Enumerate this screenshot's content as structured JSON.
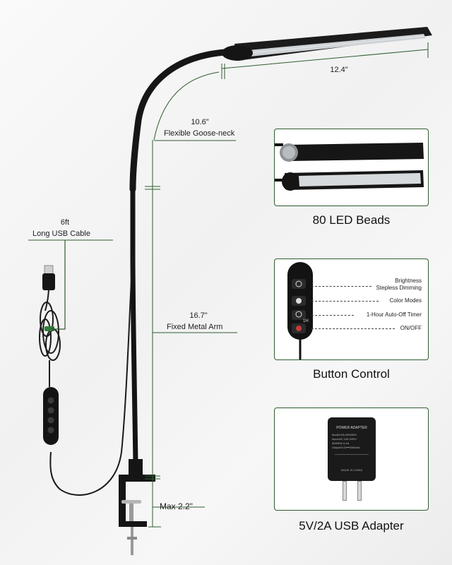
{
  "dimensions": {
    "head_length": "12.4\"",
    "gooseneck": {
      "value": "10.6\"",
      "label": "Flexible Goose-neck"
    },
    "cable": {
      "value": "6ft",
      "label": "Long USB Cable"
    },
    "arm": {
      "value": "16.7\"",
      "label": "Fixed Metal Arm"
    },
    "clamp": "Max 2.2\""
  },
  "panels": {
    "led": {
      "caption": "80 LED Beads"
    },
    "buttons": {
      "caption": "Button Control",
      "labels": {
        "brightness_1": "Brightness",
        "brightness_2": "Stepless Dimming",
        "color": "Color Modes",
        "timer": "1-Hour Auto-Off Timer",
        "power": "ON/OFF"
      },
      "timer_key": "1H"
    },
    "adapter": {
      "caption": "5V/2A USB Adapter",
      "title": "POWER ADAPTER",
      "specs": [
        "Model:GA-0502000",
        "Input:AC 100-240V~",
        "50/60Hz 0.4A",
        "Output:5.0V⎓2000mA"
      ],
      "made_in": "MADE IN CHINA"
    }
  },
  "colors": {
    "accent": "#2f5d2f",
    "lamp": "#151515"
  }
}
